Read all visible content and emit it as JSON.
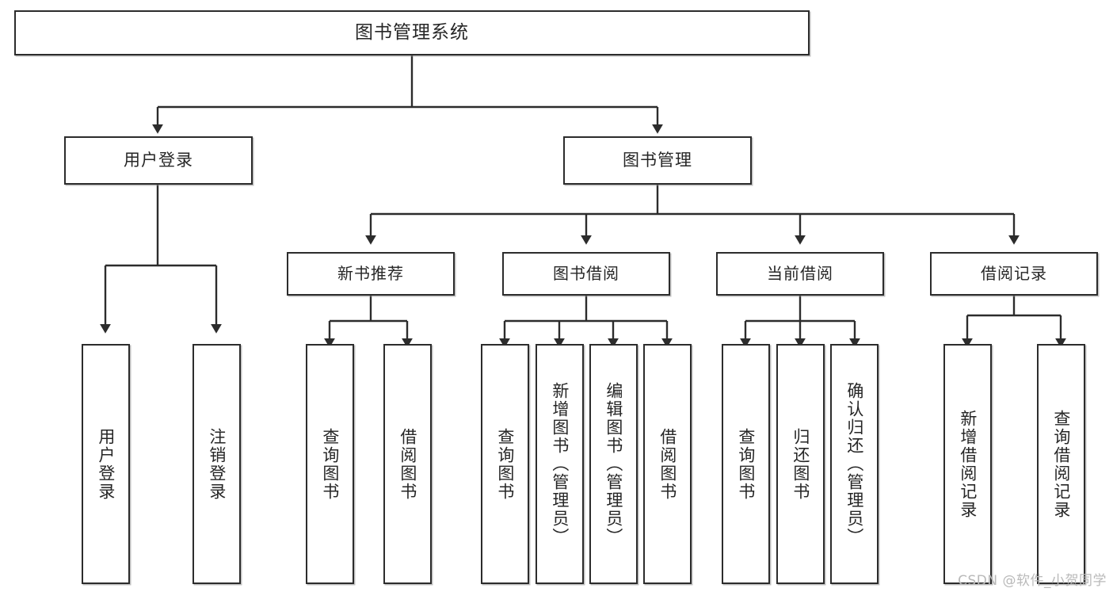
{
  "diagram": {
    "title": "图书管理系统",
    "type": "hierarchy-tree",
    "root": {
      "label": "图书管理系统"
    },
    "level2": [
      {
        "label": "用户登录"
      },
      {
        "label": "图书管理"
      }
    ],
    "level3": [
      {
        "label": "新书推荐"
      },
      {
        "label": "图书借阅"
      },
      {
        "label": "当前借阅"
      },
      {
        "label": "借阅记录"
      }
    ],
    "leaves": {
      "user_login": [
        {
          "label": "用户登录"
        },
        {
          "label": "注销登录"
        }
      ],
      "new_book_recommend": [
        {
          "label": "查询图书"
        },
        {
          "label": "借阅图书"
        }
      ],
      "book_borrow": [
        {
          "label": "查询图书"
        },
        {
          "label": "新增图书（管理员）"
        },
        {
          "label": "编辑图书（管理员）"
        },
        {
          "label": "借阅图书"
        }
      ],
      "current_borrow": [
        {
          "label": "查询图书"
        },
        {
          "label": "归还图书"
        },
        {
          "label": "确认归还（管理员）"
        }
      ],
      "borrow_record": [
        {
          "label": "新增借阅记录"
        },
        {
          "label": "查询借阅记录"
        }
      ]
    }
  },
  "watermark": {
    "text": "CSDN @软件_小贺同学"
  },
  "colors": {
    "border": "#2c2c2c",
    "fill": "#ffffff",
    "text": "#262626",
    "watermark": "#b9b9b9"
  }
}
